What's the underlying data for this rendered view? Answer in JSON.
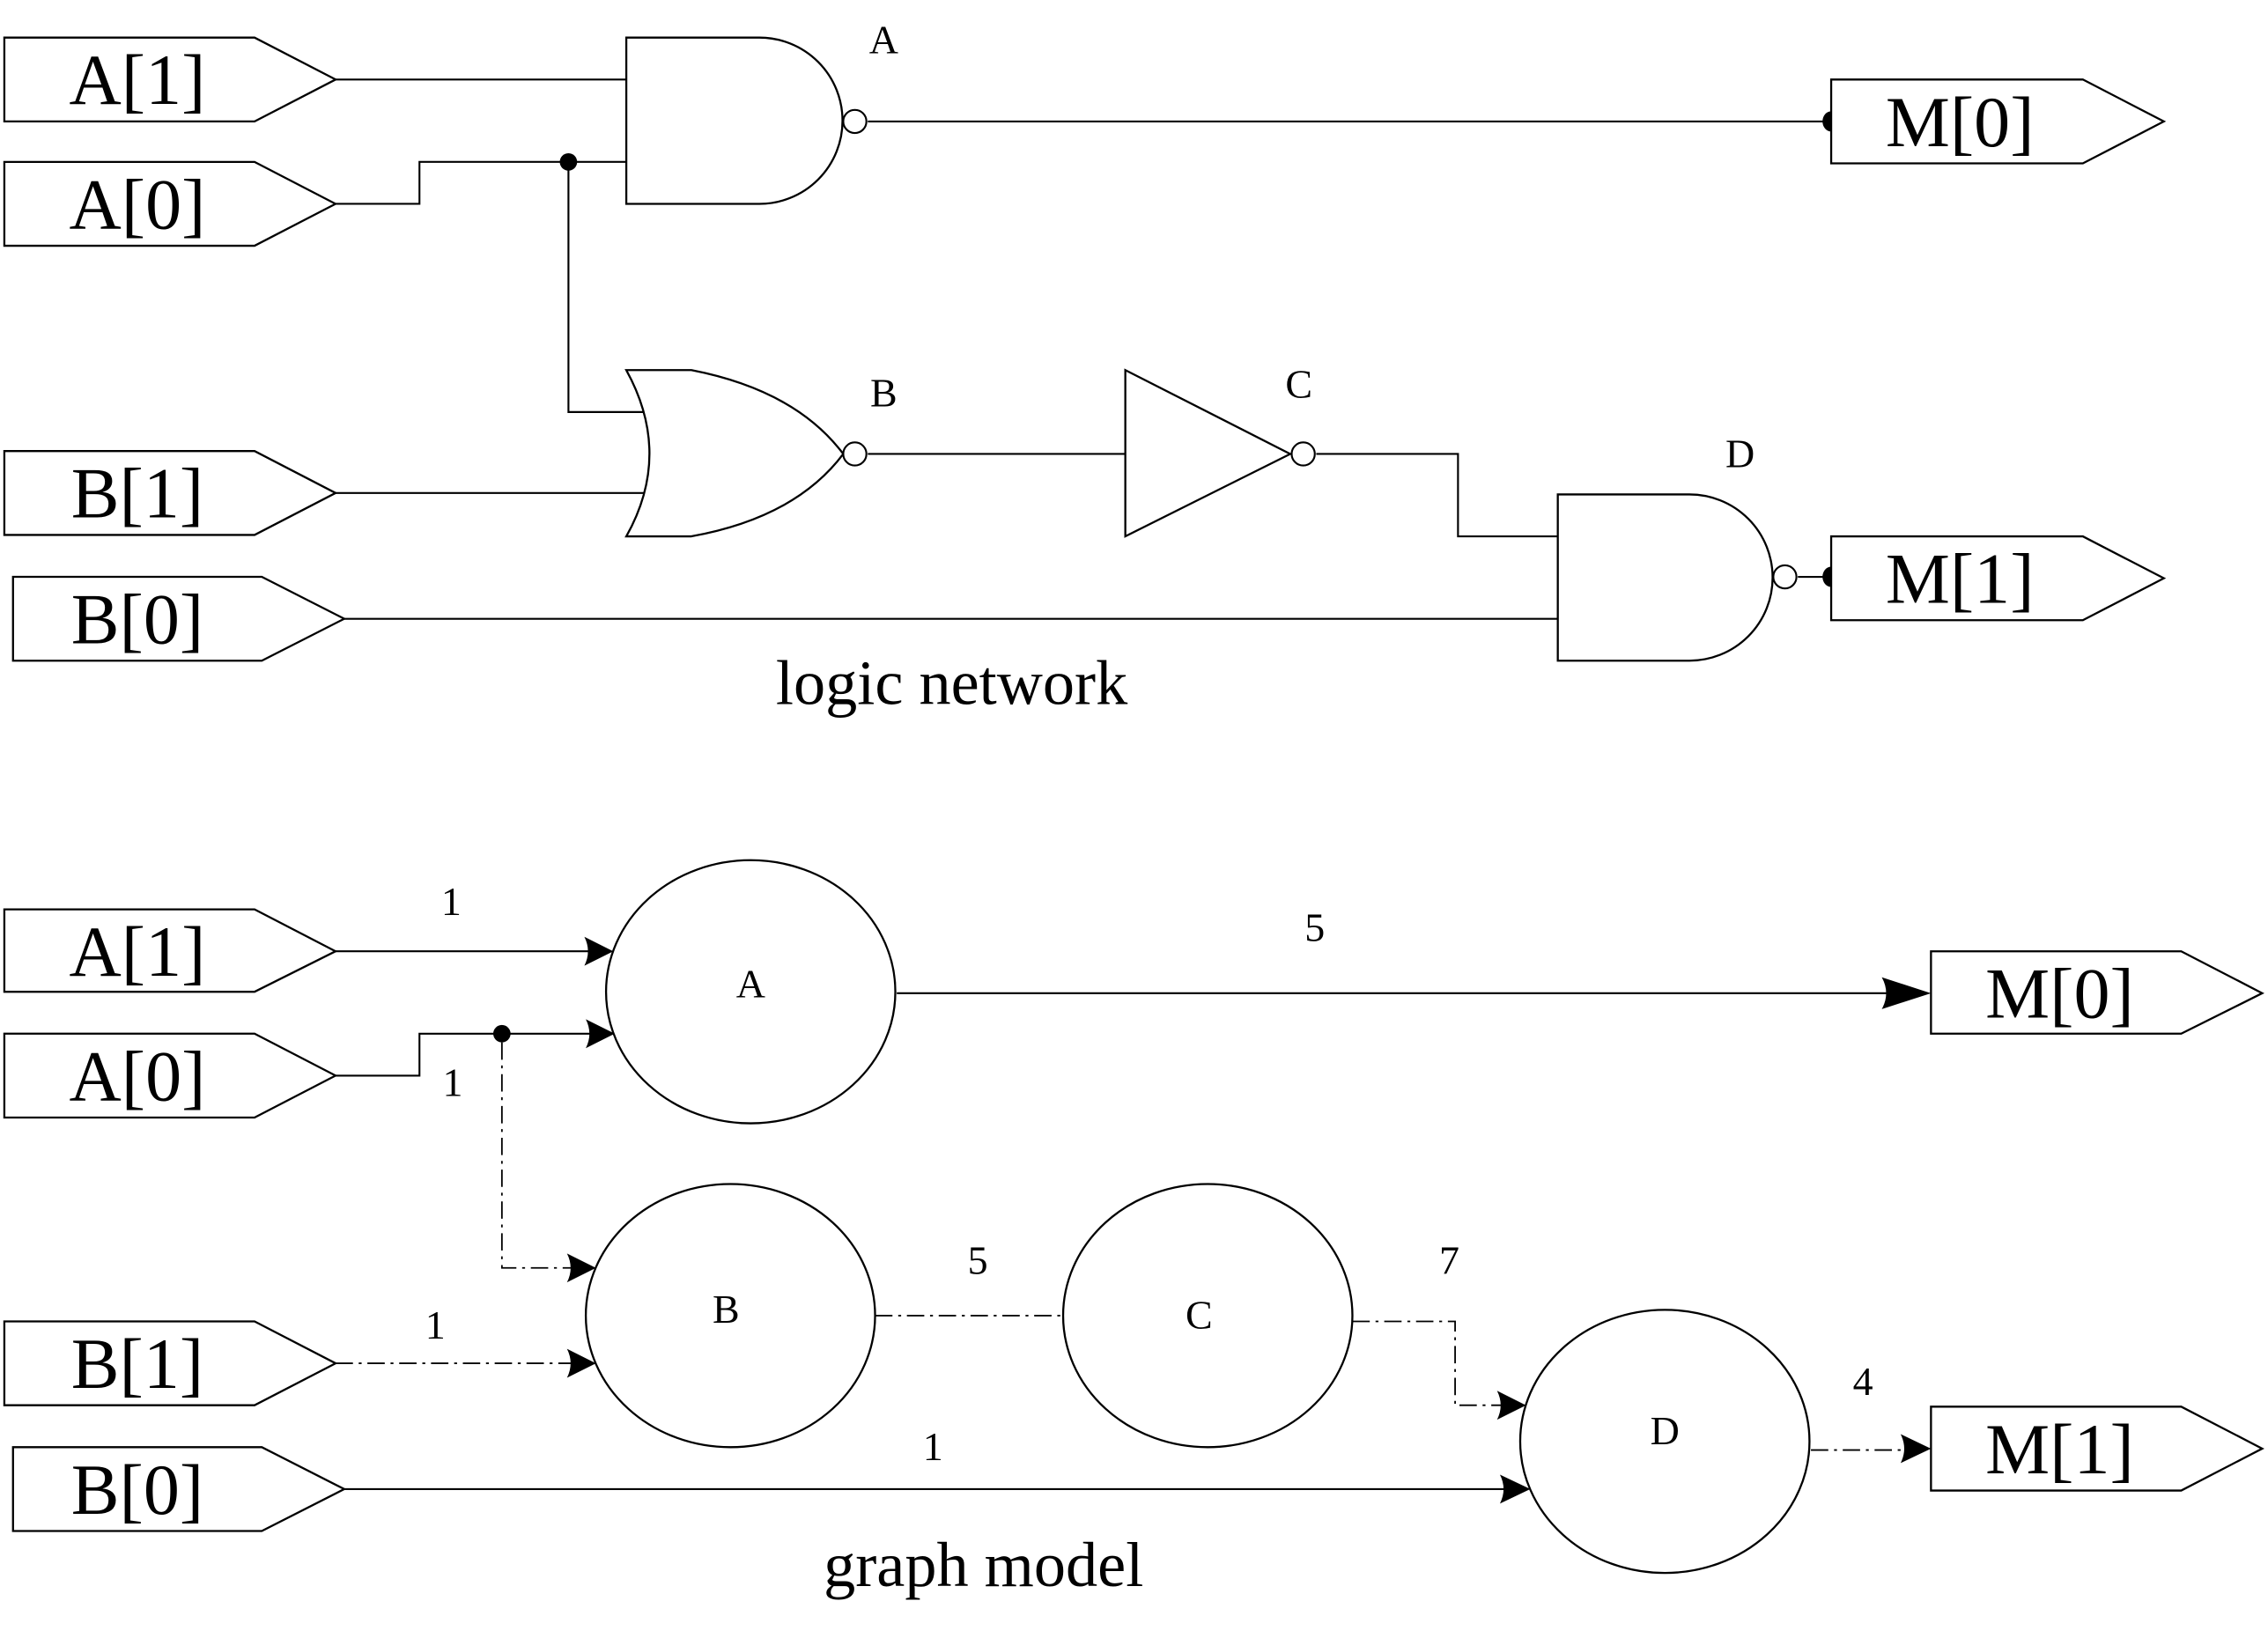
{
  "logic_network": {
    "caption": "logic network",
    "inputs": [
      {
        "id": "A1",
        "label": "A[1]"
      },
      {
        "id": "A0",
        "label": "A[0]"
      },
      {
        "id": "B1",
        "label": "B[1]"
      },
      {
        "id": "B0",
        "label": "B[0]"
      }
    ],
    "outputs": [
      {
        "id": "M0",
        "label": "M[0]"
      },
      {
        "id": "M1",
        "label": "M[1]"
      }
    ],
    "gates": [
      {
        "id": "A",
        "label": "A",
        "type": "NAND",
        "inputs": [
          "A[1]",
          "A[0]"
        ],
        "output": "M[0]"
      },
      {
        "id": "B",
        "label": "B",
        "type": "NOR",
        "inputs": [
          "A[0]",
          "B[1]"
        ],
        "output": "C"
      },
      {
        "id": "C",
        "label": "C",
        "type": "NOT",
        "inputs": [
          "B"
        ],
        "output": "D"
      },
      {
        "id": "D",
        "label": "D",
        "type": "NAND",
        "inputs": [
          "C",
          "B[0]"
        ],
        "output": "M[1]"
      }
    ]
  },
  "graph_model": {
    "caption": "graph model",
    "inputs": [
      {
        "id": "A1",
        "label": "A[1]"
      },
      {
        "id": "A0",
        "label": "A[0]"
      },
      {
        "id": "B1",
        "label": "B[1]"
      },
      {
        "id": "B0",
        "label": "B[0]"
      }
    ],
    "outputs": [
      {
        "id": "M0",
        "label": "M[0]"
      },
      {
        "id": "M1",
        "label": "M[1]"
      }
    ],
    "nodes": [
      {
        "id": "A",
        "label": "A"
      },
      {
        "id": "B",
        "label": "B"
      },
      {
        "id": "C",
        "label": "C"
      },
      {
        "id": "D",
        "label": "D"
      }
    ],
    "edges": [
      {
        "from": "A[1]",
        "to": "A",
        "weight": "1",
        "style": "solid"
      },
      {
        "from": "A[0]",
        "to": "A",
        "weight": "1",
        "style": "solid"
      },
      {
        "from": "A[0]",
        "to": "B",
        "weight": "",
        "style": "dash-dot"
      },
      {
        "from": "B[1]",
        "to": "B",
        "weight": "1",
        "style": "dash-dot"
      },
      {
        "from": "A",
        "to": "M[0]",
        "weight": "5",
        "style": "solid"
      },
      {
        "from": "B",
        "to": "C",
        "weight": "5",
        "style": "dash-dot"
      },
      {
        "from": "C",
        "to": "D",
        "weight": "7",
        "style": "dash-dot"
      },
      {
        "from": "B[0]",
        "to": "D",
        "weight": "1",
        "style": "solid"
      },
      {
        "from": "D",
        "to": "M[1]",
        "weight": "4",
        "style": "dash-dot"
      }
    ]
  }
}
